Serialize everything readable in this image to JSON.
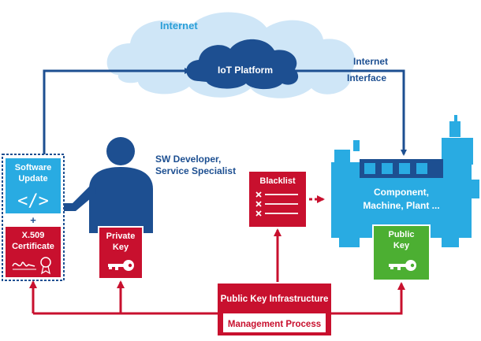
{
  "cloud": {
    "label": "Internet"
  },
  "iot_platform": {
    "label": "IoT Platform"
  },
  "internet_interface": {
    "line1": "Internet",
    "line2": "Interface"
  },
  "developer": {
    "line1": "SW Developer,",
    "line2": "Service Specialist"
  },
  "software_update": {
    "line1": "Software",
    "line2": "Update",
    "code_glyph": "</>"
  },
  "plus_sign": "+",
  "certificate": {
    "line1": "X.509",
    "line2": "Certificate"
  },
  "private_key": {
    "line1": "Private",
    "line2": "Key"
  },
  "blacklist": {
    "label": "Blacklist"
  },
  "component": {
    "line1": "Component,",
    "line2": "Machine, Plant ..."
  },
  "public_key": {
    "line1": "Public",
    "line2": "Key"
  },
  "pki": {
    "label": "Public Key Infrastructure"
  },
  "management": {
    "label": "Management Process"
  },
  "colors": {
    "navy": "#1d4f91",
    "red": "#c8102e",
    "green": "#4caf32",
    "cyan": "#29abe2",
    "cloud": "#cfe6f7",
    "cloud_text": "#2a9fd8"
  }
}
